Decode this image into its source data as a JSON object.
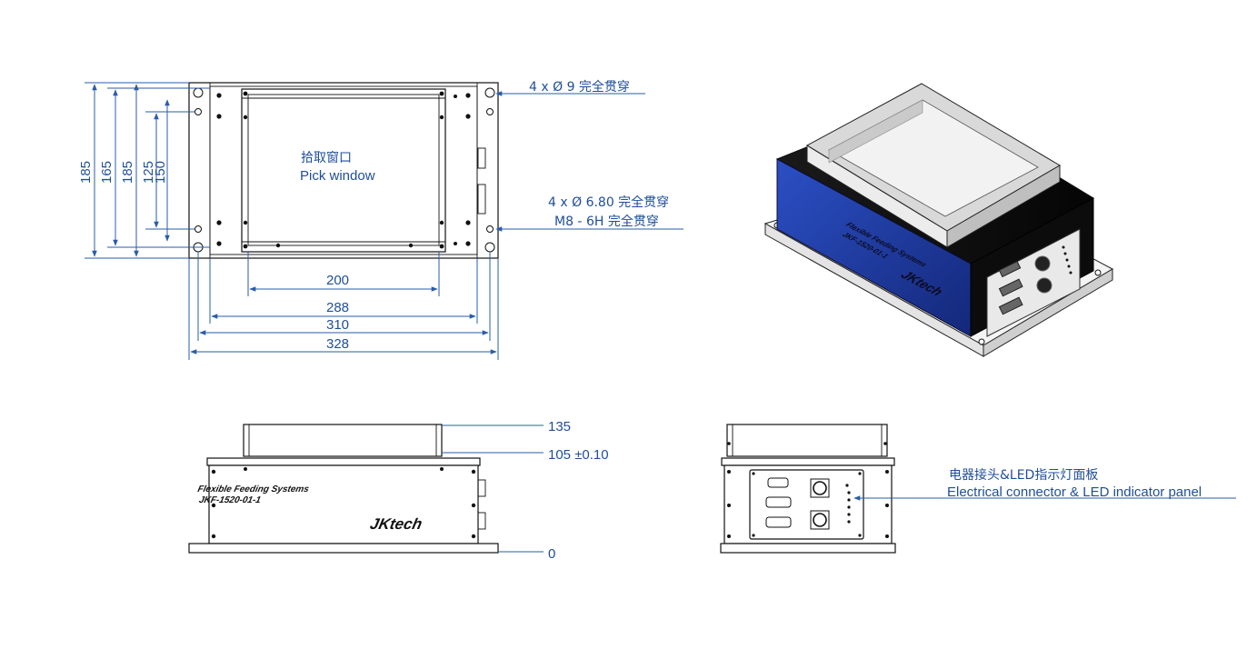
{
  "top_view": {
    "hole_note_1": "4 x Ø 9 完全贯穿",
    "hole_note_2_line1": "4 x Ø 6.80 完全贯穿",
    "hole_note_2_line2": "M8 - 6H 完全贯穿",
    "pick_window_cn": "拾取窗口",
    "pick_window_en": "Pick window",
    "vertical_dims": [
      "185",
      "165",
      "185",
      "125",
      "150"
    ],
    "horizontal_dims": [
      "200",
      "288",
      "310",
      "328"
    ]
  },
  "side_view": {
    "heights": [
      "135",
      "105 ±0.10",
      "0"
    ],
    "brand_line1": "Flexible Feeding Systems",
    "brand_line2": "JKF-1520-01-1",
    "logo": "JKtech"
  },
  "end_view": {
    "panel_label_cn": "电器接头&LED指示灯面板",
    "panel_label_en": "Electrical connector & LED indicator panel"
  },
  "iso_view": {
    "brand_line1": "Flexible Feeding Systems",
    "brand_line2": "JKF-1520-01-1",
    "logo": "JKtech"
  },
  "colors": {
    "dimension": "#2a5ca8",
    "housing_blue": "#1f3fa8",
    "outline": "#111111"
  }
}
